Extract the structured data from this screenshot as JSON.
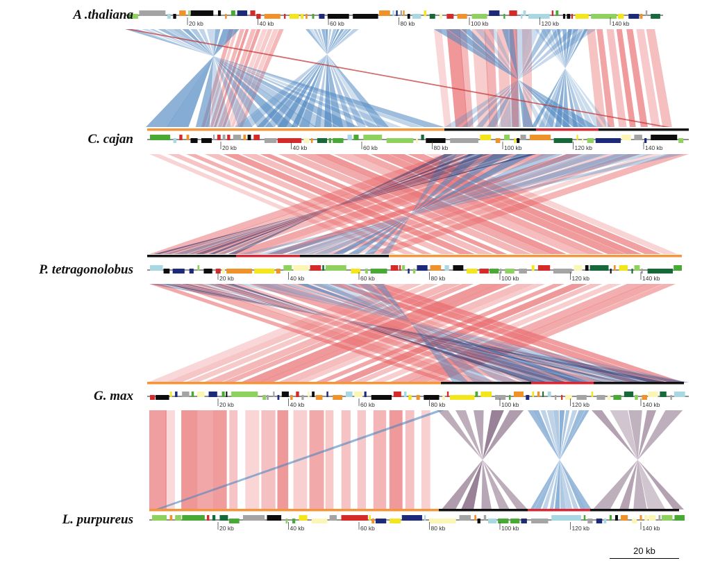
{
  "figure": {
    "species": [
      "A .thaliana",
      "C. cajan",
      "P. tetragonolobus",
      "G. max",
      "L. purpureus"
    ],
    "tick_labels": [
      "20 kb",
      "40 kb",
      "60 kb",
      "80 kb",
      "100 kb",
      "120 kb",
      "140 kb"
    ],
    "scale_label": "20 kb"
  },
  "colors": {
    "forward_match": "#e8686a",
    "reverse_match": "#4d86c0",
    "region_lsc": "#f39639",
    "region_ir": "#d62732",
    "region_ssc": "#111111",
    "gene_navy": "#1d2a7a",
    "gene_yellow": "#f4e61c",
    "gene_gray": "#a4a4a4",
    "gene_light_green": "#8fd15e",
    "gene_green": "#49a935",
    "gene_dark_green": "#18693a",
    "gene_light_blue": "#a9d8e3",
    "gene_black": "#0d0d0d",
    "gene_orange": "#f0922c",
    "gene_red": "#d42a2a",
    "gene_pale_yellow": "#fbf6b5"
  }
}
